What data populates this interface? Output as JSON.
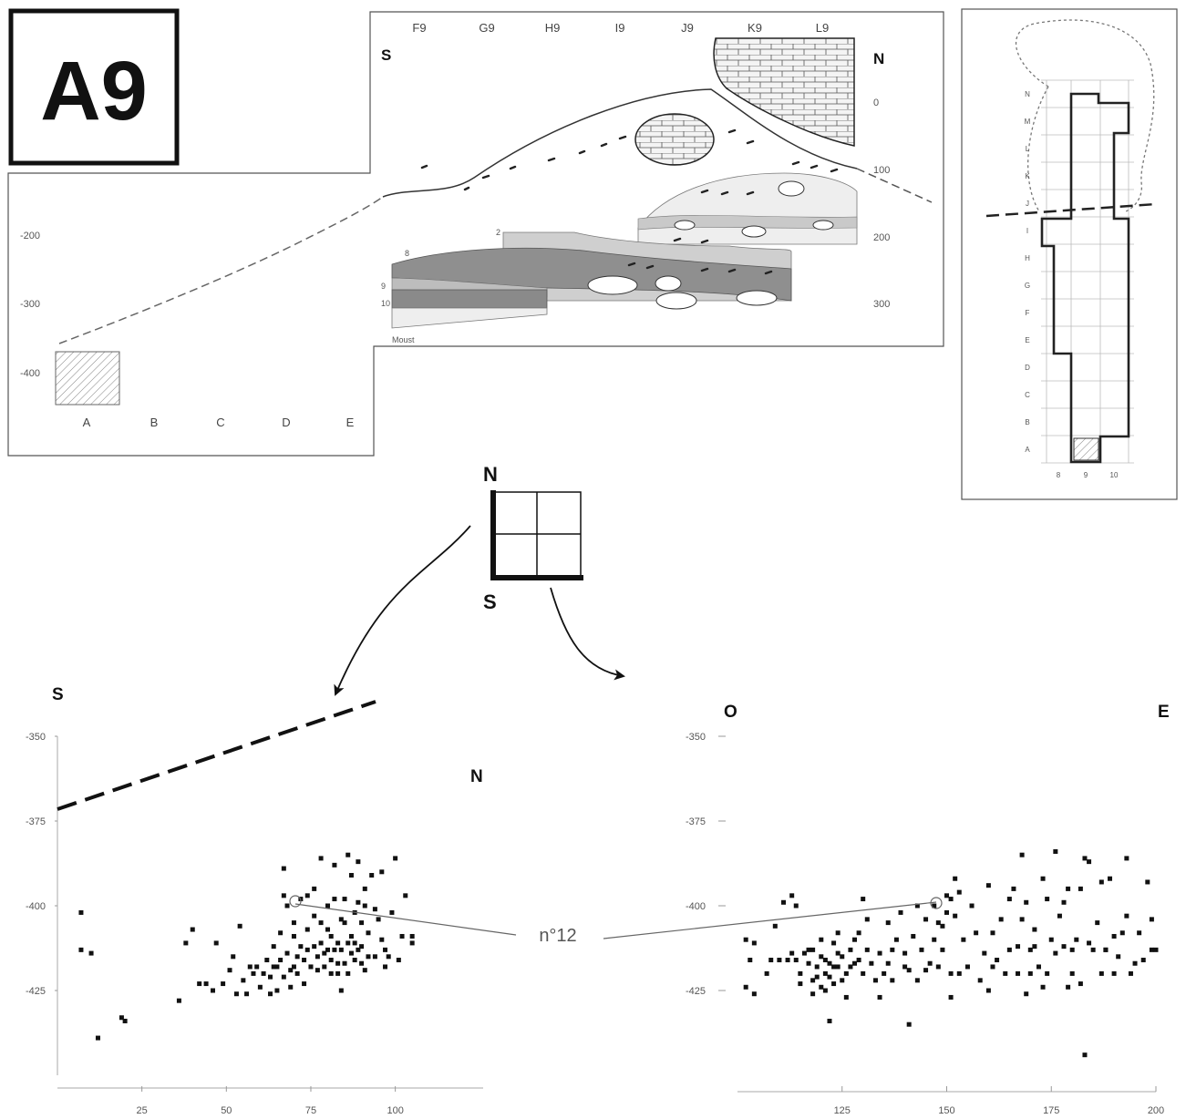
{
  "square_label": "A9",
  "section": {
    "columns": [
      "F9",
      "G9",
      "H9",
      "I9",
      "J9",
      "K9",
      "L9"
    ],
    "rows": [
      "A",
      "B",
      "C",
      "D",
      "E"
    ],
    "depth_left": [
      "-200",
      "-300",
      "-400"
    ],
    "depth_right": [
      "0",
      "100",
      "200",
      "300"
    ],
    "south": "S",
    "north": "N",
    "layer_labels": [
      "8",
      "2",
      "9",
      "10"
    ],
    "substrate_label": "Moust"
  },
  "plan": {
    "rows": [
      "N",
      "M",
      "L",
      "K",
      "J",
      "I",
      "H",
      "G",
      "F",
      "E",
      "D",
      "C",
      "B",
      "A"
    ],
    "cols": [
      "8",
      "9",
      "10"
    ]
  },
  "key": {
    "north": "N",
    "south": "S"
  },
  "annotation": "n°12",
  "chart_data": [
    {
      "type": "scatter",
      "direction_left": "S",
      "direction_right": "N",
      "xlim": [
        0,
        126
      ],
      "ylim": [
        -450,
        -350
      ],
      "x_ticks": [
        "25",
        "50",
        "75",
        "100"
      ],
      "y_ticks": [
        "-350",
        "-375",
        "-400",
        "-425"
      ],
      "points": [
        [
          7,
          -402
        ],
        [
          7,
          -413
        ],
        [
          10,
          -414
        ],
        [
          12,
          -439
        ],
        [
          19,
          -433
        ],
        [
          20,
          -434
        ],
        [
          36,
          -428
        ],
        [
          38,
          -411
        ],
        [
          40,
          -407
        ],
        [
          42,
          -423
        ],
        [
          44,
          -423
        ],
        [
          46,
          -425
        ],
        [
          47,
          -411
        ],
        [
          49,
          -423
        ],
        [
          51,
          -419
        ],
        [
          52,
          -415
        ],
        [
          53,
          -426
        ],
        [
          54,
          -406
        ],
        [
          55,
          -422
        ],
        [
          56,
          -426
        ],
        [
          57,
          -418
        ],
        [
          58,
          -420
        ],
        [
          59,
          -418
        ],
        [
          60,
          -424
        ],
        [
          61,
          -420
        ],
        [
          62,
          -416
        ],
        [
          63,
          -421
        ],
        [
          63,
          -426
        ],
        [
          64,
          -418
        ],
        [
          64,
          -412
        ],
        [
          65,
          -425
        ],
        [
          65,
          -418
        ],
        [
          66,
          -416
        ],
        [
          66,
          -408
        ],
        [
          67,
          -389
        ],
        [
          67,
          -397
        ],
        [
          67,
          -421
        ],
        [
          68,
          -414
        ],
        [
          68,
          -400
        ],
        [
          69,
          -419
        ],
        [
          69,
          -424
        ],
        [
          70,
          -418
        ],
        [
          70,
          -409
        ],
        [
          70,
          -405
        ],
        [
          71,
          -415
        ],
        [
          71,
          -420
        ],
        [
          72,
          -412
        ],
        [
          72,
          -398
        ],
        [
          73,
          -423
        ],
        [
          73,
          -416
        ],
        [
          74,
          -397
        ],
        [
          74,
          -407
        ],
        [
          74,
          -413
        ],
        [
          75,
          -418
        ],
        [
          75,
          -418
        ],
        [
          76,
          -412
        ],
        [
          76,
          -403
        ],
        [
          76,
          -395
        ],
        [
          77,
          -415
        ],
        [
          77,
          -419
        ],
        [
          78,
          -405
        ],
        [
          78,
          -411
        ],
        [
          78,
          -386
        ],
        [
          79,
          -414
        ],
        [
          79,
          -418
        ],
        [
          80,
          -413
        ],
        [
          80,
          -407
        ],
        [
          80,
          -400
        ],
        [
          81,
          -420
        ],
        [
          81,
          -416
        ],
        [
          81,
          -409
        ],
        [
          82,
          -413
        ],
        [
          82,
          -398
        ],
        [
          82,
          -388
        ],
        [
          83,
          -420
        ],
        [
          83,
          -411
        ],
        [
          83,
          -417
        ],
        [
          84,
          -425
        ],
        [
          84,
          -413
        ],
        [
          84,
          -404
        ],
        [
          85,
          -417
        ],
        [
          85,
          -405
        ],
        [
          85,
          -398
        ],
        [
          86,
          -385
        ],
        [
          86,
          -420
        ],
        [
          86,
          -411
        ],
        [
          87,
          -414
        ],
        [
          87,
          -409
        ],
        [
          87,
          -391
        ],
        [
          88,
          -416
        ],
        [
          88,
          -411
        ],
        [
          88,
          -402
        ],
        [
          89,
          -413
        ],
        [
          89,
          -399
        ],
        [
          89,
          -387
        ],
        [
          90,
          -417
        ],
        [
          90,
          -405
        ],
        [
          90,
          -412
        ],
        [
          91,
          -419
        ],
        [
          91,
          -395
        ],
        [
          91,
          -400
        ],
        [
          92,
          -408
        ],
        [
          92,
          -415
        ],
        [
          93,
          -391
        ],
        [
          94,
          -401
        ],
        [
          94,
          -415
        ],
        [
          95,
          -404
        ],
        [
          96,
          -410
        ],
        [
          96,
          -390
        ],
        [
          97,
          -418
        ],
        [
          97,
          -413
        ],
        [
          98,
          -415
        ],
        [
          99,
          -402
        ],
        [
          100,
          -386
        ],
        [
          101,
          -416
        ],
        [
          102,
          -409
        ],
        [
          103,
          -397
        ],
        [
          105,
          -409
        ],
        [
          105,
          -411
        ]
      ]
    },
    {
      "type": "scatter",
      "direction_left": "O",
      "direction_right": "E",
      "xlim": [
        100,
        200
      ],
      "ylim": [
        -450,
        -350
      ],
      "x_ticks": [
        "125",
        "150",
        "175",
        "200"
      ],
      "y_ticks": [
        "-350",
        "-375",
        "-400",
        "-425"
      ],
      "points": [
        [
          102,
          -410
        ],
        [
          102,
          -424
        ],
        [
          103,
          -416
        ],
        [
          104,
          -411
        ],
        [
          104,
          -426
        ],
        [
          107,
          -420
        ],
        [
          108,
          -416
        ],
        [
          109,
          -406
        ],
        [
          110,
          -416
        ],
        [
          111,
          -399
        ],
        [
          112,
          -416
        ],
        [
          113,
          -414
        ],
        [
          113,
          -397
        ],
        [
          114,
          -400
        ],
        [
          114,
          -416
        ],
        [
          115,
          -420
        ],
        [
          115,
          -423
        ],
        [
          116,
          -414
        ],
        [
          117,
          -413
        ],
        [
          117,
          -417
        ],
        [
          118,
          -413
        ],
        [
          118,
          -422
        ],
        [
          118,
          -426
        ],
        [
          119,
          -418
        ],
        [
          119,
          -421
        ],
        [
          120,
          -410
        ],
        [
          120,
          -415
        ],
        [
          120,
          -424
        ],
        [
          121,
          -416
        ],
        [
          121,
          -420
        ],
        [
          121,
          -425
        ],
        [
          122,
          -417
        ],
        [
          122,
          -421
        ],
        [
          122,
          -434
        ],
        [
          123,
          -411
        ],
        [
          123,
          -418
        ],
        [
          123,
          -423
        ],
        [
          124,
          -408
        ],
        [
          124,
          -414
        ],
        [
          124,
          -418
        ],
        [
          125,
          -422
        ],
        [
          125,
          -415
        ],
        [
          126,
          -420
        ],
        [
          126,
          -427
        ],
        [
          127,
          -418
        ],
        [
          127,
          -413
        ],
        [
          128,
          -417
        ],
        [
          128,
          -410
        ],
        [
          129,
          -408
        ],
        [
          129,
          -416
        ],
        [
          130,
          -398
        ],
        [
          130,
          -420
        ],
        [
          131,
          -413
        ],
        [
          131,
          -404
        ],
        [
          132,
          -417
        ],
        [
          133,
          -422
        ],
        [
          134,
          -414
        ],
        [
          134,
          -427
        ],
        [
          135,
          -420
        ],
        [
          136,
          -405
        ],
        [
          136,
          -417
        ],
        [
          137,
          -413
        ],
        [
          137,
          -422
        ],
        [
          138,
          -410
        ],
        [
          139,
          -402
        ],
        [
          140,
          -418
        ],
        [
          140,
          -414
        ],
        [
          141,
          -419
        ],
        [
          141,
          -435
        ],
        [
          142,
          -409
        ],
        [
          143,
          -400
        ],
        [
          143,
          -422
        ],
        [
          144,
          -413
        ],
        [
          145,
          -404
        ],
        [
          145,
          -419
        ],
        [
          146,
          -417
        ],
        [
          147,
          -410
        ],
        [
          147,
          -400
        ],
        [
          148,
          -418
        ],
        [
          148,
          -405
        ],
        [
          149,
          -413
        ],
        [
          149,
          -406
        ],
        [
          150,
          -402
        ],
        [
          150,
          -397
        ],
        [
          151,
          -420
        ],
        [
          151,
          -427
        ],
        [
          151,
          -398
        ],
        [
          152,
          -392
        ],
        [
          152,
          -403
        ],
        [
          153,
          -396
        ],
        [
          153,
          -420
        ],
        [
          154,
          -410
        ],
        [
          155,
          -418
        ],
        [
          156,
          -400
        ],
        [
          157,
          -408
        ],
        [
          158,
          -422
        ],
        [
          159,
          -414
        ],
        [
          160,
          -394
        ],
        [
          160,
          -425
        ],
        [
          161,
          -408
        ],
        [
          161,
          -418
        ],
        [
          162,
          -416
        ],
        [
          163,
          -404
        ],
        [
          164,
          -420
        ],
        [
          165,
          -413
        ],
        [
          165,
          -398
        ],
        [
          166,
          -395
        ],
        [
          167,
          -420
        ],
        [
          167,
          -412
        ],
        [
          168,
          -404
        ],
        [
          168,
          -385
        ],
        [
          169,
          -399
        ],
        [
          169,
          -426
        ],
        [
          170,
          -413
        ],
        [
          170,
          -420
        ],
        [
          171,
          -412
        ],
        [
          171,
          -407
        ],
        [
          172,
          -418
        ],
        [
          173,
          -392
        ],
        [
          173,
          -424
        ],
        [
          174,
          -398
        ],
        [
          174,
          -420
        ],
        [
          175,
          -410
        ],
        [
          176,
          -384
        ],
        [
          176,
          -414
        ],
        [
          177,
          -403
        ],
        [
          178,
          -412
        ],
        [
          178,
          -399
        ],
        [
          179,
          -395
        ],
        [
          179,
          -424
        ],
        [
          180,
          -413
        ],
        [
          180,
          -420
        ],
        [
          181,
          -410
        ],
        [
          182,
          -395
        ],
        [
          182,
          -423
        ],
        [
          183,
          -444
        ],
        [
          183,
          -386
        ],
        [
          184,
          -387
        ],
        [
          184,
          -411
        ],
        [
          185,
          -413
        ],
        [
          186,
          -405
        ],
        [
          187,
          -393
        ],
        [
          187,
          -420
        ],
        [
          188,
          -413
        ],
        [
          188,
          -413
        ],
        [
          189,
          -392
        ],
        [
          190,
          -409
        ],
        [
          190,
          -420
        ],
        [
          191,
          -415
        ],
        [
          192,
          -408
        ],
        [
          193,
          -386
        ],
        [
          193,
          -403
        ],
        [
          194,
          -420
        ],
        [
          195,
          -417
        ],
        [
          196,
          -408
        ],
        [
          197,
          -416
        ],
        [
          198,
          -393
        ],
        [
          199,
          -404
        ],
        [
          199,
          -413
        ],
        [
          200,
          -413
        ]
      ]
    }
  ]
}
